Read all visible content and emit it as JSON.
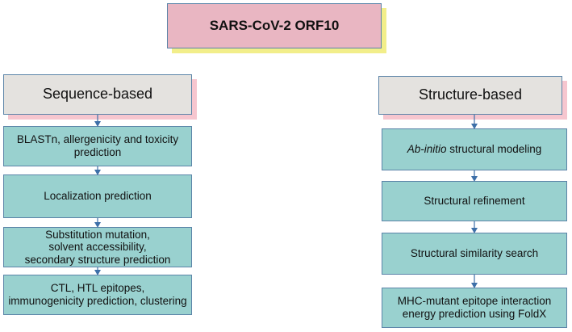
{
  "title": "SARS-CoV-2 ORF10",
  "left": {
    "header": "Sequence-based",
    "steps": [
      {
        "lines": [
          "BLASTn, allergenicity and toxicity",
          "prediction"
        ]
      },
      {
        "lines": [
          "Localization prediction"
        ]
      },
      {
        "lines": [
          "Substitution mutation,",
          "solvent accessibility,",
          "secondary structure prediction"
        ]
      },
      {
        "lines": [
          "CTL, HTL epitopes,",
          "immunogenicity prediction, clustering"
        ]
      }
    ]
  },
  "right": {
    "header": "Structure-based",
    "steps": [
      {
        "italic_prefix": "Ab-initio",
        "suffix": " structural modeling"
      },
      {
        "lines": [
          "Structural refinement"
        ]
      },
      {
        "lines": [
          "Structural similarity search"
        ]
      },
      {
        "lines": [
          "MHC-mutant epitope interaction",
          "energy prediction using FoldX"
        ]
      }
    ]
  },
  "colors": {
    "step_fill": "#99d1cf",
    "header_fill": "#e4e2df",
    "title_fill": "#e9b6c2",
    "title_shadow": "#f2ee8a",
    "header_shadow": "#f6c6cf",
    "arrow": "#3d6fa8"
  }
}
